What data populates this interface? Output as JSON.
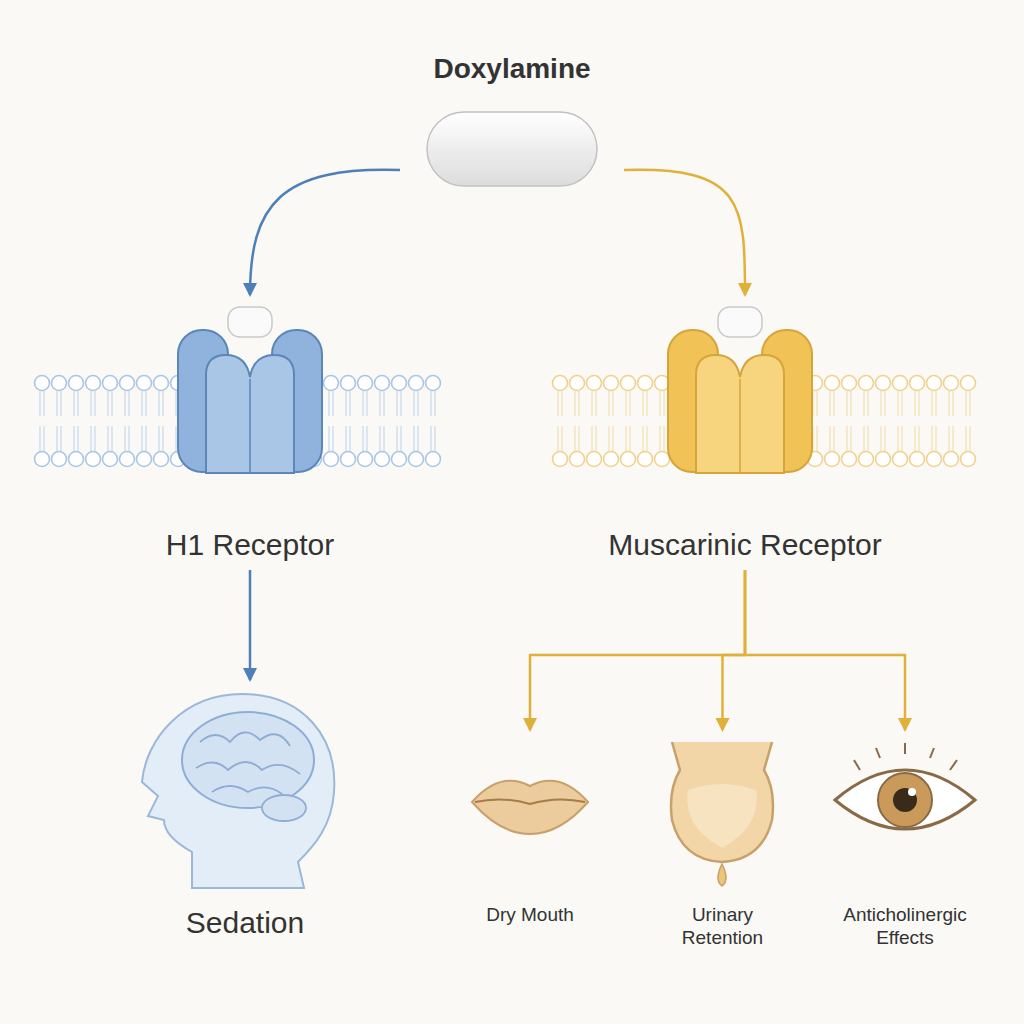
{
  "diagram": {
    "nodes": [
      {
        "text": [
          "Doxylamine"
        ]
      },
      {
        "text": [
          "H1 Receptor"
        ]
      },
      {
        "text": [
          "Muscarinic Receptor"
        ]
      },
      {
        "text": [
          "Sedation"
        ]
      },
      {
        "text": [
          "Dry Mouth"
        ]
      },
      {
        "text": [
          "Urinary Retention"
        ]
      },
      {
        "text": [
          "Anticholinergic Effects"
        ]
      }
    ],
    "edges": [
      {
        "from": 0,
        "to": 1,
        "arrow": "to"
      },
      {
        "from": 0,
        "to": 2,
        "arrow": "to"
      },
      {
        "from": 1,
        "to": 3,
        "arrow": "to"
      },
      {
        "from": 2,
        "to": 4,
        "arrow": "to"
      },
      {
        "from": 2,
        "to": 5,
        "arrow": "to"
      },
      {
        "from": 2,
        "to": 6,
        "arrow": "to"
      }
    ]
  }
}
